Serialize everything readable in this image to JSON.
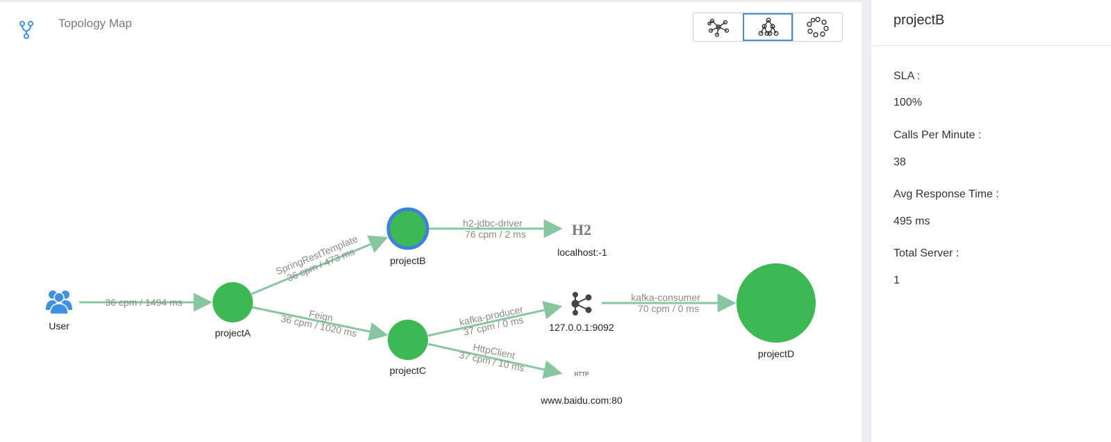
{
  "header": {
    "title": "Topology Map",
    "icon": "fork-icon"
  },
  "layout_buttons": [
    {
      "name": "force-layout-icon",
      "active": false
    },
    {
      "name": "tree-layout-icon",
      "active": true
    },
    {
      "name": "circle-layout-icon",
      "active": false
    }
  ],
  "nodes": {
    "user": {
      "label": "User",
      "icon": "users-icon"
    },
    "projectA": {
      "label": "projectA"
    },
    "projectB": {
      "label": "projectB"
    },
    "projectC": {
      "label": "projectC"
    },
    "projectD": {
      "label": "projectD"
    },
    "h2": {
      "label": "localhost:-1",
      "icon_text": "H2"
    },
    "kafka": {
      "label": "127.0.0.1:9092",
      "icon": "kafka-icon"
    },
    "http": {
      "label": "www.baidu.com:80",
      "icon_text": "HTTP"
    }
  },
  "edges": {
    "user_a": {
      "metric": "36 cpm / 1494 ms"
    },
    "a_b": {
      "name": "SpringRestTemplate",
      "metric": "36 cpm / 473 ms"
    },
    "a_c": {
      "name": "Feign",
      "metric": "36 cpm / 1020 ms"
    },
    "b_h2": {
      "name": "h2-jdbc-driver",
      "metric": "76 cpm / 2 ms"
    },
    "c_kafka": {
      "name": "kafka-producer",
      "metric": "37 cpm / 0 ms"
    },
    "c_http": {
      "name": "HttpClient",
      "metric": "37 cpm / 10 ms"
    },
    "kafka_d": {
      "name": "kafka-consumer",
      "metric": "70 cpm / 0 ms"
    }
  },
  "panel": {
    "title": "projectB",
    "sla_label": "SLA :",
    "sla_value": "100%",
    "cpm_label": "Calls Per Minute :",
    "cpm_value": "38",
    "avg_label": "Avg Response Time :",
    "avg_value": "495 ms",
    "servers_label": "Total Server :",
    "servers_value": "1"
  },
  "colors": {
    "node_green": "#3cb953",
    "edge_green": "#86c7a0",
    "selected_ring": "#3b82e0",
    "icon_blue": "#3d92e4"
  }
}
